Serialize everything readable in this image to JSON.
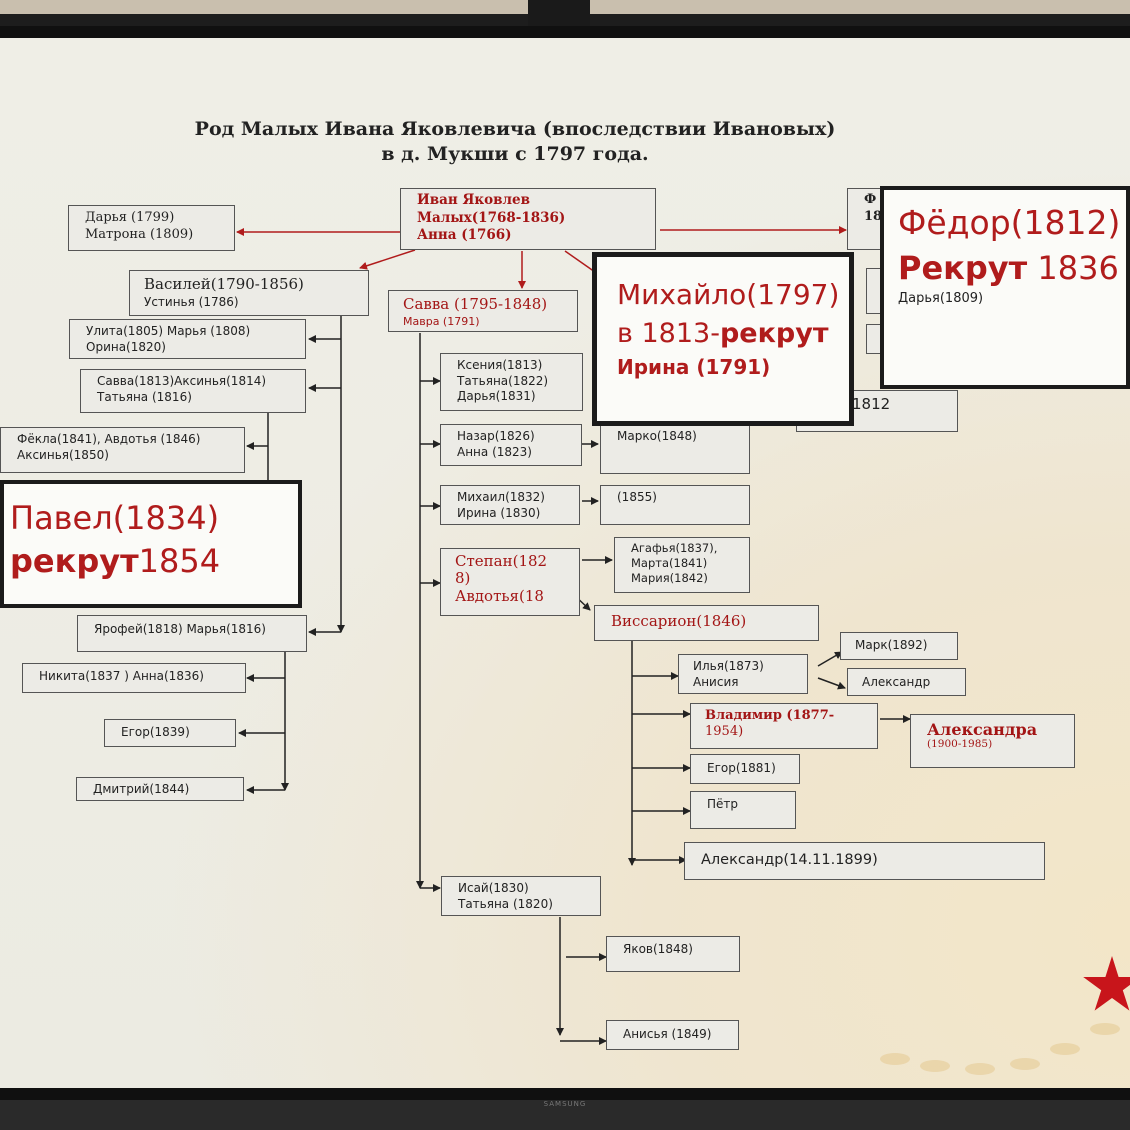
{
  "title": {
    "line1": "Род  Малых Ивана  Яковлевича  (впоследствии Ивановых)",
    "line2": "в д. Мукши  с  1797 года."
  },
  "brand": "SAMSUNG",
  "colors": {
    "accent_red": "#a31515",
    "box_border": "#555555"
  },
  "boxes": {
    "root": {
      "name": "Иван Яковлев",
      "line2": "Малых(1768-1836)",
      "line3": "Анна (1766)"
    },
    "darya": {
      "line1": "Дарья (1799)",
      "line2": "Матрона (1809)"
    },
    "fedor_small": {
      "line1": "Ф",
      "line2": "18"
    },
    "vasiliy": {
      "line1": "Василей(1790-1856)",
      "line2": "Устинья (1786)"
    },
    "savva": {
      "line1": "Савва (1795-1848)",
      "line2": "Мавра (1791)"
    },
    "ulita": {
      "line1": "Улита(1805)  Марья (1808)",
      "line2": "Орина(1820)"
    },
    "savva1813": {
      "line1": "Савва(1813)Аксинья(1814)",
      "line2": "Татьяна (1816)"
    },
    "fekla": {
      "line1": "Фёкла(1841), Авдотья (1846)",
      "line2": "Аксинья(1850)"
    },
    "yarofey": {
      "line1": "Ярофей(1818) Марья(1816)"
    },
    "nikita": {
      "line1": "Никита(1837 )  Анна(1836)"
    },
    "egor1839": {
      "line1": "Егор(1839)"
    },
    "dmitriy": {
      "line1": "Дмитрий(1844)"
    },
    "kseniya": {
      "line1": "Ксения(1813)",
      "line2": "Татьяна(1822)",
      "line3": "Дарья(1831)"
    },
    "nazar": {
      "line1": "Назар(1826)",
      "line2": "Анна (1823)"
    },
    "marko": {
      "line1": "Марко(1848)"
    },
    "mikhail": {
      "line1": "Михаил(1832)",
      "line2": "Ирина (1830)"
    },
    "b1855": {
      "line1": "(1855)"
    },
    "stepan": {
      "line1": "Степан(182",
      "line2": "8)",
      "line3": "Авдотья(18"
    },
    "agafya": {
      "line1": "Агафья(1837),",
      "line2": "Марта(1841)",
      "line3": "Мария(1842)"
    },
    "vissarion": {
      "line1": "Виссарион(1846)"
    },
    "ilya": {
      "line1": "Илья(1873)",
      "line2": "Анисия"
    },
    "mark": {
      "line1": "Марк(1892)"
    },
    "aleksandr": {
      "line1": "Александр"
    },
    "vladimir": {
      "line1": "Владимир (1877-",
      "line2": "1954)"
    },
    "aleksandra": {
      "line1": "Александра",
      "line2": "(1900-1985)"
    },
    "egor1881": {
      "line1": "Егор(1881)"
    },
    "petr": {
      "line1": "Пётр"
    },
    "aleksandr1899": {
      "line1": "Александр(14.11.1899)"
    },
    "isay": {
      "line1": "Исай(1830)",
      "line2": "Татьяна (1820)"
    },
    "yakov": {
      "line1": "Яков(1848)"
    },
    "anisya": {
      "line1": "Анисья (1849)"
    },
    "year1812": {
      "line1": "1812"
    }
  },
  "overlays": {
    "pavel": {
      "line1": "Павел(1834)",
      "line2_bold": "рекрут",
      "line2_rest": "1854"
    },
    "mikhaylo": {
      "line1": "Михайло(1797)",
      "line2_pre": "в 1813-",
      "line2_bold": "рекрут",
      "line3": "Ирина (1791)"
    },
    "fedor": {
      "line1": "Фёдор(1812)",
      "line2_bold": "Рекрут",
      "line2_rest": " 1836",
      "line3": "Дарья(1809)"
    }
  }
}
